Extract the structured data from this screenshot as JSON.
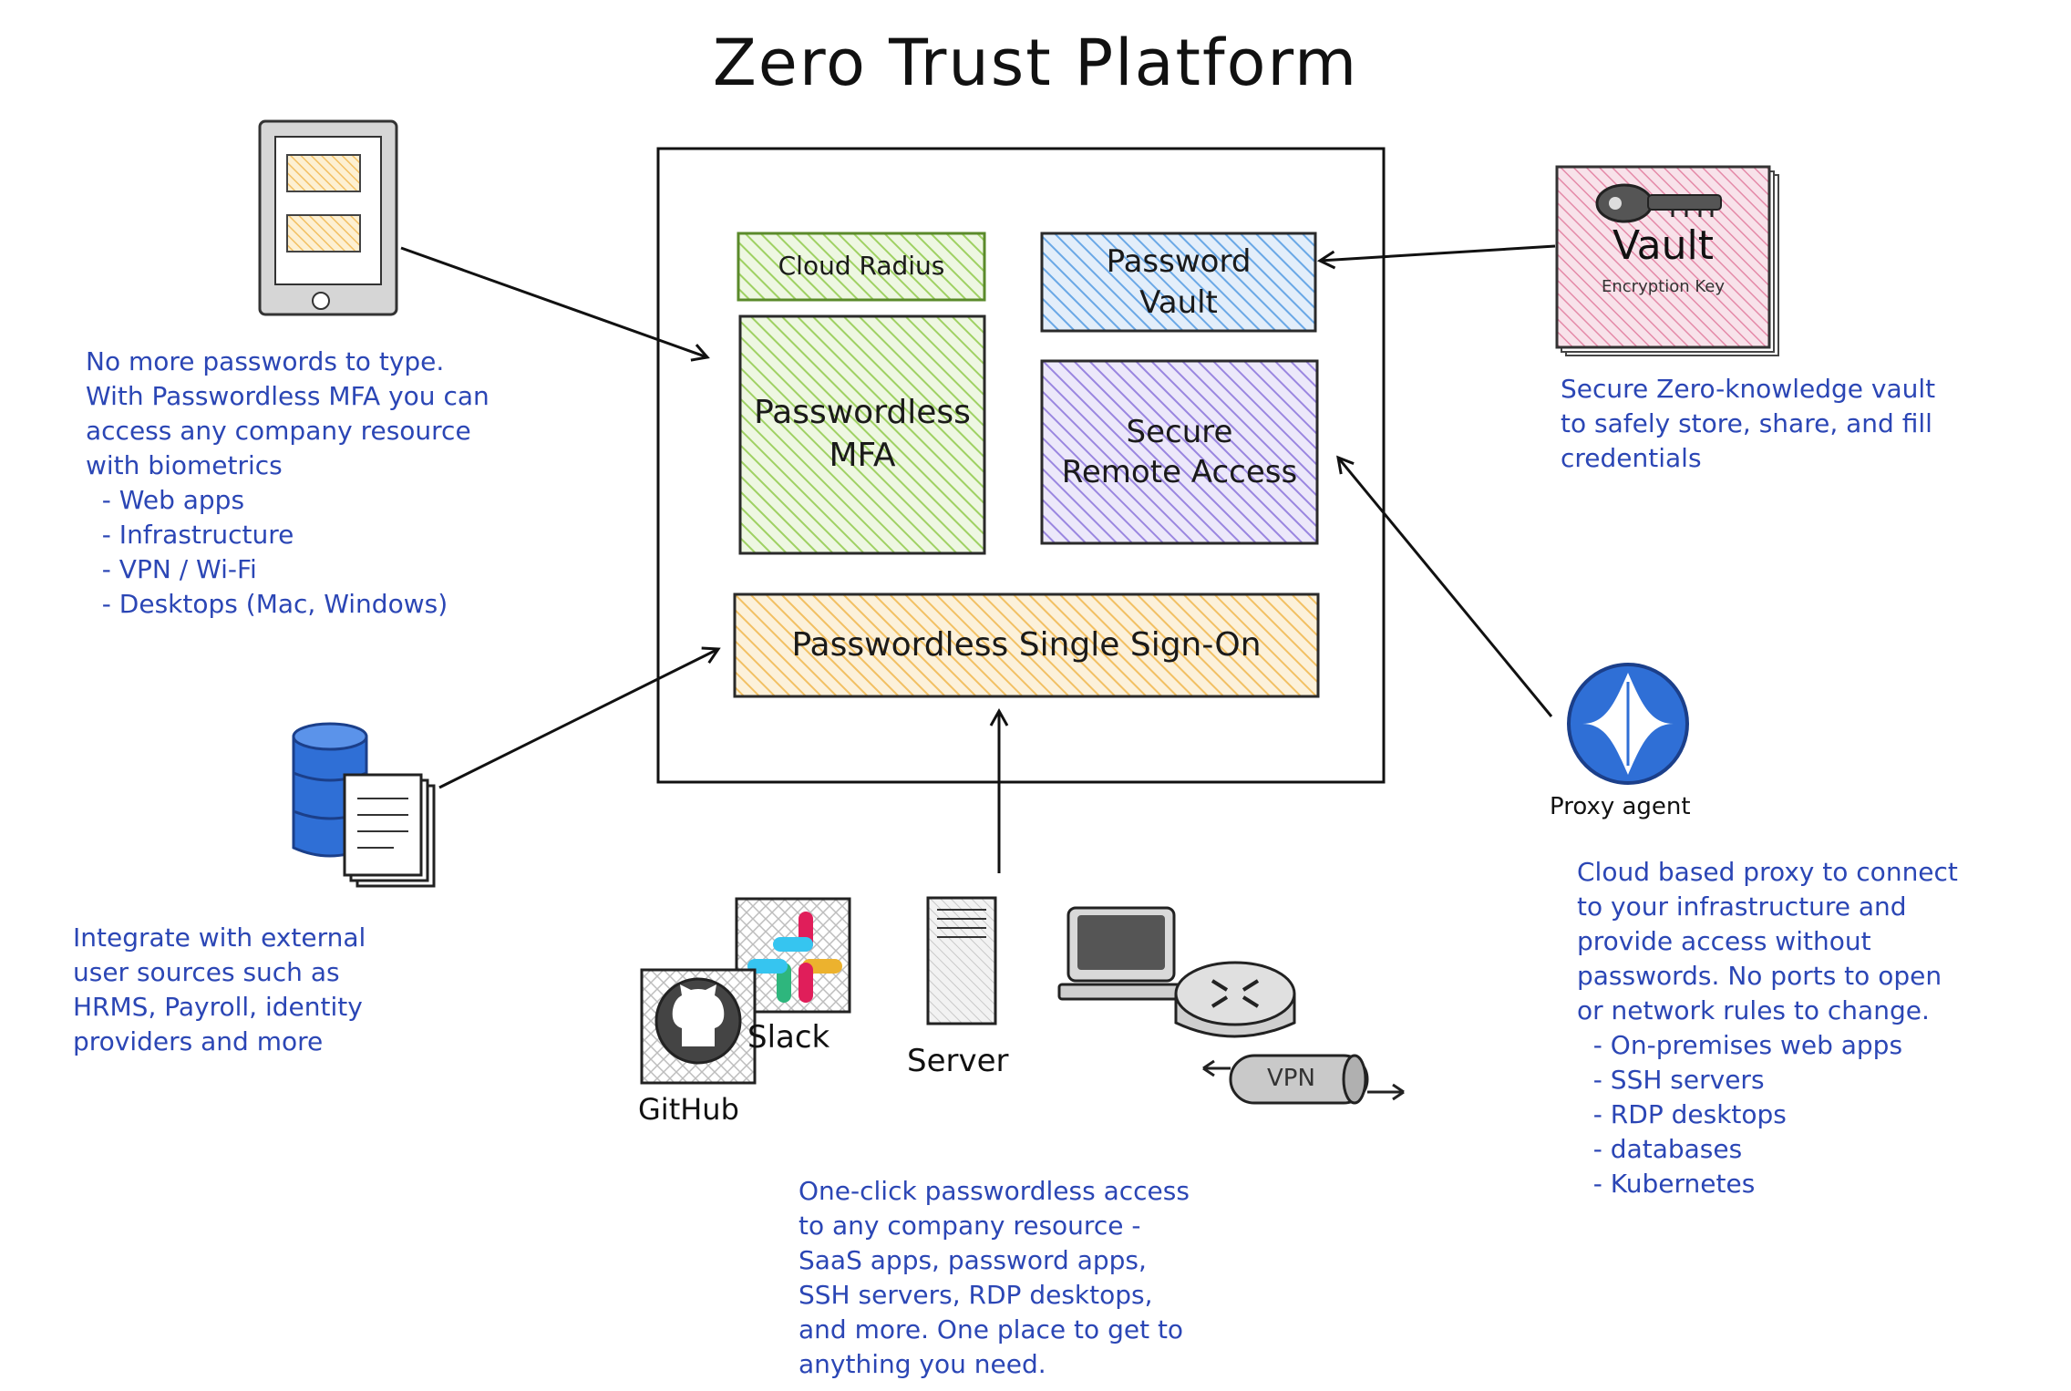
{
  "title": "Zero Trust Platform",
  "components": {
    "cloud_radius": "Cloud Radius",
    "password_vault": "Password\nVault",
    "passwordless_mfa": "Passwordless\nMFA",
    "secure_remote_access": "Secure\nRemote Access",
    "passwordless_sso": "Passwordless Single Sign-On"
  },
  "icons": {
    "vault_title": "Vault",
    "vault_subtitle": "Encryption Key",
    "proxy_agent": "Proxy agent",
    "slack": "Slack",
    "github": "GitHub",
    "server": "Server",
    "vpn": "VPN"
  },
  "notes": {
    "mfa": "No more passwords to type.\nWith Passwordless MFA you can\naccess any company resource\nwith biometrics\n  - Web apps\n  - Infrastructure\n  - VPN / Wi-Fi\n  - Desktops (Mac, Windows)",
    "vault": "Secure Zero-knowledge vault\nto safely store, share, and fill\ncredentials",
    "integrate": "Integrate with external\nuser sources such as\nHRMS, Payroll, identity\nproviders and more",
    "proxy": "Cloud based proxy to connect\nto your infrastructure and\nprovide access without\npasswords. No ports to open\nor network rules to change.\n  - On-premises web apps\n  - SSH servers\n  - RDP desktops\n  - databases\n  - Kubernetes",
    "sso": "One-click passwordless access\nto any company resource -\nSaaS apps, password apps,\nSSH servers, RDP desktops,\nand more. One place to get to\nanything you need."
  },
  "colors": {
    "note_text": "#2b46b5",
    "cloud_radius": "#a6d66b",
    "password_vault": "#6aa8e6",
    "passwordless_mfa": "#a6d66b",
    "secure_remote_access": "#9a86e0",
    "passwordless_sso": "#f2c063",
    "vault_card": "#e48aa8",
    "proxy_agent": "#2f6fd6"
  }
}
